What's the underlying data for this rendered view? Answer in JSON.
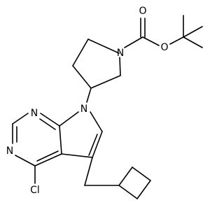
{
  "molecule": {
    "atoms": {
      "o_carbonyl": "O",
      "o_ester": "O",
      "n_pyrrolidine": "N",
      "n_pyrrole": "N",
      "n_pyrimidine_top": "N",
      "n_pyrimidine_left": "N",
      "cl": "Cl"
    }
  }
}
